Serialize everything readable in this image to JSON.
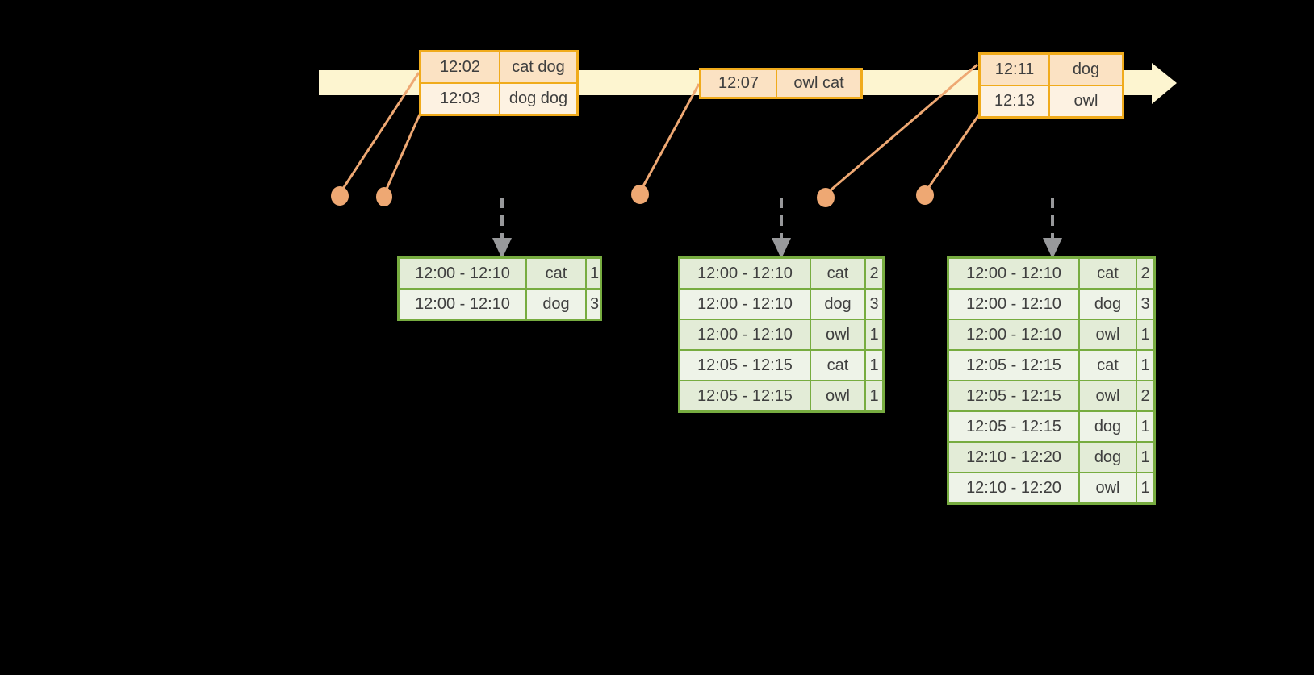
{
  "diagram": {
    "description": "streaming-windowed-aggregation-timeline",
    "event_tables": [
      {
        "name": "events-12-02-12-03",
        "rows": [
          [
            "12:02",
            "cat dog"
          ],
          [
            "12:03",
            "dog dog"
          ]
        ]
      },
      {
        "name": "events-12-07",
        "rows": [
          [
            "12:07",
            "owl cat"
          ]
        ]
      },
      {
        "name": "events-12-11-12-13",
        "rows": [
          [
            "12:11",
            "dog"
          ],
          [
            "12:13",
            "owl"
          ]
        ]
      }
    ],
    "result_tables": [
      {
        "name": "result-table-after-first-trigger",
        "rows": [
          [
            "12:00 - 12:10",
            "cat",
            "1"
          ],
          [
            "12:00 - 12:10",
            "dog",
            "3"
          ]
        ]
      },
      {
        "name": "result-table-after-second-trigger",
        "rows": [
          [
            "12:00 - 12:10",
            "cat",
            "2"
          ],
          [
            "12:00 - 12:10",
            "dog",
            "3"
          ],
          [
            "12:00 - 12:10",
            "owl",
            "1"
          ],
          [
            "12:05 - 12:15",
            "cat",
            "1"
          ],
          [
            "12:05 - 12:15",
            "owl",
            "1"
          ]
        ]
      },
      {
        "name": "result-table-after-third-trigger",
        "rows": [
          [
            "12:00 - 12:10",
            "cat",
            "2"
          ],
          [
            "12:00 - 12:10",
            "dog",
            "3"
          ],
          [
            "12:00 - 12:10",
            "owl",
            "1"
          ],
          [
            "12:05 - 12:15",
            "cat",
            "1"
          ],
          [
            "12:05 - 12:15",
            "owl",
            "2"
          ],
          [
            "12:05 - 12:15",
            "dog",
            "1"
          ],
          [
            "12:10 - 12:20",
            "dog",
            "1"
          ],
          [
            "12:10 - 12:20",
            "owl",
            "1"
          ]
        ]
      }
    ],
    "colors": {
      "background": "#000000",
      "timeline_fill": "#fdf5d0",
      "event_table_border": "#f0ab1c",
      "event_row_dark": "#fbe2c3",
      "event_row_light": "#fdf2e2",
      "marker_orange": "#eea873",
      "result_table_border": "#77ac40",
      "result_row_dark": "#e3ecd7",
      "result_row_light": "#eef3e8",
      "trigger_arrow_gray": "#98999b",
      "text": "#3f3f3f"
    },
    "icons": {
      "timeline_arrow": "right-block-arrow",
      "event_markers": "filled-dot-with-leader-line",
      "trigger_arrows": "dashed-down-arrow"
    }
  }
}
